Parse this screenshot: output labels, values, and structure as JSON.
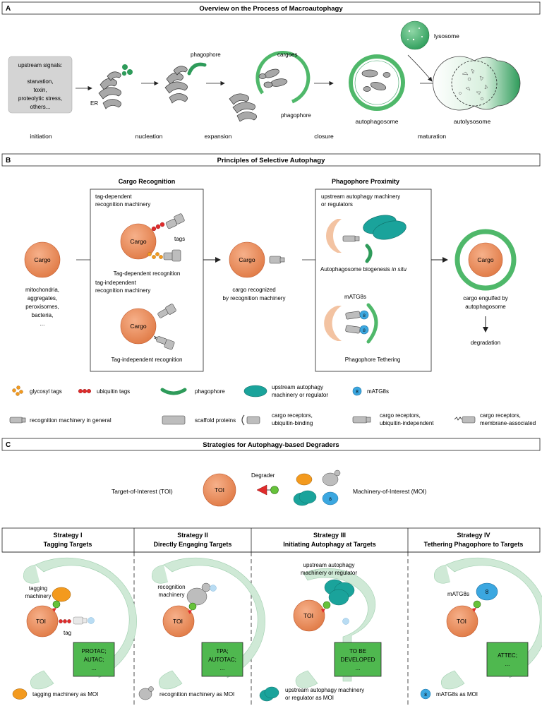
{
  "panelA": {
    "letter": "A",
    "title": "Overview on the Process of Macroautophagy",
    "upstream": {
      "heading": "upstream signals:",
      "lines": [
        "starvation,",
        "toxin,",
        "proteolytic stress,",
        "others..."
      ]
    },
    "labels": {
      "er": "ER",
      "phagophore_top": "phagophore",
      "cargoes": "cargoes",
      "phagophore_bottom": "phagophore",
      "lysosome": "lysosome",
      "autophagosome": "autophagosome",
      "autolysosome": "autolysosome"
    },
    "stages": [
      "initiation",
      "nucleation",
      "expansion",
      "closure",
      "maturation"
    ]
  },
  "panelB": {
    "letter": "B",
    "title": "Principles of Selective Autophagy",
    "cargo_recognition": "Cargo Recognition",
    "phagophore_proximity": "Phagophore Proximity",
    "cargo": "Cargo",
    "cargo_examples": [
      "mitochondria,",
      "aggregates,",
      "peroxisomes,",
      "bacteria,",
      "..."
    ],
    "tag_dep_machinery": [
      "tag-dependent",
      "recognition machinery"
    ],
    "tags": "tags",
    "tag_dep_recognition": "Tag-dependent recognition",
    "tag_indep_machinery": [
      "tag-independent",
      "recognition machinery"
    ],
    "tag_indep_recognition": "Tag-independent recognition",
    "recognized": [
      "cargo recognized",
      "by recognition machinery"
    ],
    "upstream_machinery": [
      "upstream autophagy machinery",
      "or regulators"
    ],
    "biogenesis": "Autophagosome biogenesis",
    "in_situ": "in situ",
    "matg8s": "mATG8s",
    "tethering": "Phagophore Tethering",
    "engulfed": [
      "cargo engulfed by",
      "autophagosome"
    ],
    "degradation": "degradation",
    "legend": {
      "glycosyl": "glycosyl tags",
      "ubiquitin": "ubiquitin tags",
      "phagophore": "phagophore",
      "upstream": [
        "upstream autophagy",
        "machinery or regulator"
      ],
      "matg8s": "mATG8s",
      "recognition_general": "recognition machinery in general",
      "scaffold": "scaffold proteins",
      "receptors_ub": [
        "cargo receptors,",
        "ubiquitin-binding"
      ],
      "receptors_ub_indep": [
        "cargo receptors,",
        "ubiquitin-independent"
      ],
      "receptors_membrane": [
        "cargo receptors,",
        "membrane-associated"
      ]
    }
  },
  "panelC": {
    "letter": "C",
    "title": "Strategies for Autophagy-based Degraders",
    "toi": "TOI",
    "toi_label": "Target-of-Interest (TOI)",
    "degrader": "Degrader",
    "moi_label": "Machinery-of-Interest (MOI)",
    "matg8_glyph": "8",
    "strategies": [
      {
        "title": "Strategy I",
        "subtitle": "Tagging Targets",
        "machinery": [
          "tagging",
          "machinery"
        ],
        "extra": "tag",
        "box": [
          "PROTAC;",
          "AUTAC;",
          "..."
        ],
        "moi": "tagging machinery as MOI"
      },
      {
        "title": "Strategy II",
        "subtitle": "Directly Engaging Targets",
        "machinery": [
          "recognition",
          "machinery"
        ],
        "box": [
          "TPA;",
          "AUTOTAC;",
          "..."
        ],
        "moi": "recognition machinery as MOI"
      },
      {
        "title": "Strategy III",
        "subtitle": "Initiating Autophagy at Targets",
        "machinery": [
          "upstream autophagy",
          "machinery or regulator"
        ],
        "box": [
          "TO BE",
          "DEVELOPED",
          "..."
        ],
        "moi": [
          "upstream autophagy machinery",
          "or regulator as MOI"
        ]
      },
      {
        "title": "Strategy IV",
        "subtitle": "Tethering Phagophore to Targets",
        "machinery": [
          "mATG8s"
        ],
        "box": [
          "ATTEC;",
          "..."
        ],
        "moi": "mATG8s as MOI"
      }
    ]
  },
  "colors": {
    "cargo": "#e8875a",
    "cargo_stroke": "#c0582c",
    "phagophore_fill": "#cfe9d6",
    "phagophore_stroke": "#2e9b5a",
    "teal": "#1aa39b",
    "blue": "#3ba7e0",
    "gray": "#bdbdbd",
    "box_green": "#4fb84f",
    "orange": "#f39a1e",
    "red": "#e02b2b",
    "lime": "#66c23a"
  }
}
